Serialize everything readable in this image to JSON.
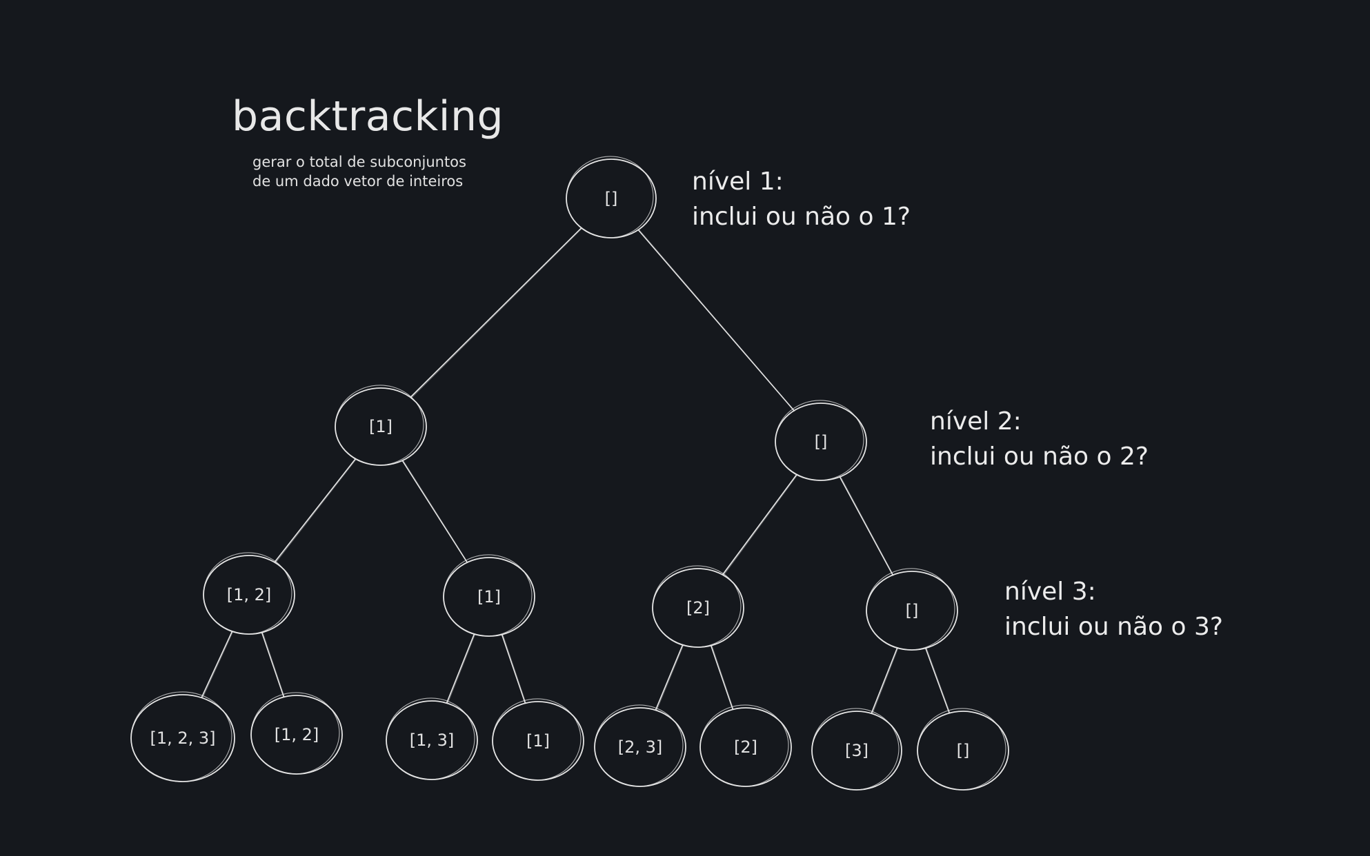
{
  "title": "backtracking",
  "subtitle": {
    "line1": "gerar o total de subconjuntos",
    "line2": "de um dado vetor de inteiros"
  },
  "levels": [
    {
      "heading": "nível 1:",
      "question": "inclui ou não o 1?"
    },
    {
      "heading": "nível 2:",
      "question": "inclui ou não o 2?"
    },
    {
      "heading": "nível 3:",
      "question": "inclui ou não o 3?"
    }
  ],
  "nodes": [
    {
      "label": "[]"
    },
    {
      "label": "[1]"
    },
    {
      "label": "[]"
    },
    {
      "label": "[1, 2]"
    },
    {
      "label": "[1]"
    },
    {
      "label": "[2]"
    },
    {
      "label": "[]"
    },
    {
      "label": "[1, 2, 3]"
    },
    {
      "label": "[1, 2]"
    },
    {
      "label": "[1, 3]"
    },
    {
      "label": "[1]"
    },
    {
      "label": "[2, 3]"
    },
    {
      "label": "[2]"
    },
    {
      "label": "[3]"
    },
    {
      "label": "[]"
    }
  ],
  "edges": [
    {
      "from": 0,
      "to": 1
    },
    {
      "from": 0,
      "to": 2
    },
    {
      "from": 1,
      "to": 3
    },
    {
      "from": 1,
      "to": 4
    },
    {
      "from": 2,
      "to": 5
    },
    {
      "from": 2,
      "to": 6
    },
    {
      "from": 3,
      "to": 7
    },
    {
      "from": 3,
      "to": 8
    },
    {
      "from": 4,
      "to": 9
    },
    {
      "from": 4,
      "to": 10
    },
    {
      "from": 5,
      "to": 11
    },
    {
      "from": 5,
      "to": 12
    },
    {
      "from": 6,
      "to": 13
    },
    {
      "from": 6,
      "to": 14
    }
  ]
}
